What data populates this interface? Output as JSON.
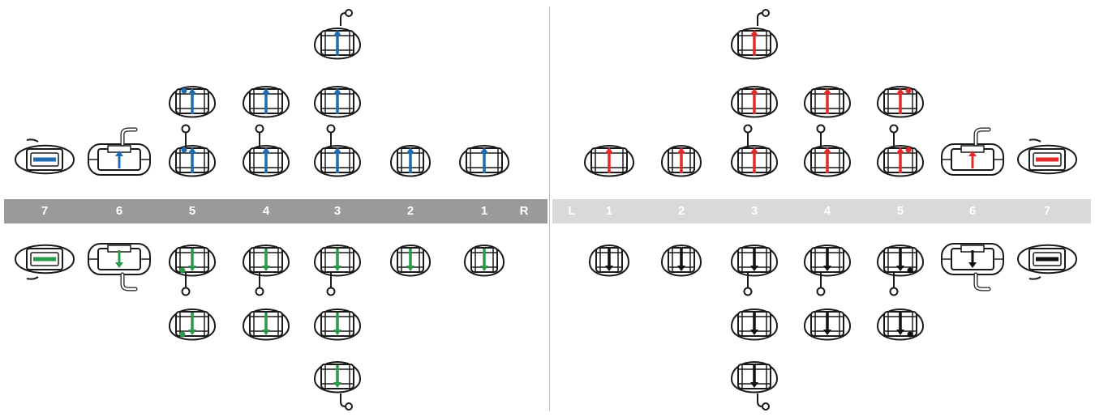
{
  "right_side": {
    "side_label": "R",
    "tooth_numbers": [
      "7",
      "6",
      "5",
      "4",
      "3",
      "2",
      "1"
    ],
    "upper_arrow_color": "#1f6bb0",
    "lower_arrow_color": "#2a9a4a"
  },
  "left_side": {
    "side_label": "L",
    "tooth_numbers": [
      "1",
      "2",
      "3",
      "4",
      "5",
      "6",
      "7"
    ],
    "upper_arrow_color": "#e52a2a",
    "lower_arrow_color": "#111111"
  },
  "colors": {
    "right_band": "#9a9a9a",
    "left_band": "#d9d9d9",
    "divider": "#c4c4c4",
    "bracket_outline": "#1a1a1a"
  },
  "bracket_icons": [
    {
      "side": "right",
      "arch": "upper",
      "tooth": "7",
      "kind": "tube",
      "stack": 1
    },
    {
      "side": "right",
      "arch": "upper",
      "tooth": "6",
      "kind": "molar-hook",
      "stack": 1
    },
    {
      "side": "right",
      "arch": "upper",
      "tooth": "5",
      "kind": "hook-dot",
      "stack": 2
    },
    {
      "side": "right",
      "arch": "upper",
      "tooth": "4",
      "kind": "hook",
      "stack": 2
    },
    {
      "side": "right",
      "arch": "upper",
      "tooth": "3",
      "kind": "hook",
      "stack": 3
    },
    {
      "side": "right",
      "arch": "upper",
      "tooth": "2",
      "kind": "plain",
      "stack": 1
    },
    {
      "side": "right",
      "arch": "upper",
      "tooth": "1",
      "kind": "wide",
      "stack": 1
    },
    {
      "side": "right",
      "arch": "lower",
      "tooth": "7",
      "kind": "tube",
      "stack": 1
    },
    {
      "side": "right",
      "arch": "lower",
      "tooth": "6",
      "kind": "molar-hook",
      "stack": 1
    },
    {
      "side": "right",
      "arch": "lower",
      "tooth": "5",
      "kind": "hook-dot",
      "stack": 2
    },
    {
      "side": "right",
      "arch": "lower",
      "tooth": "4",
      "kind": "hook",
      "stack": 2
    },
    {
      "side": "right",
      "arch": "lower",
      "tooth": "3",
      "kind": "hook",
      "stack": 3
    },
    {
      "side": "right",
      "arch": "lower",
      "tooth": "2",
      "kind": "plain",
      "stack": 1
    },
    {
      "side": "right",
      "arch": "lower",
      "tooth": "1",
      "kind": "plain",
      "stack": 1
    },
    {
      "side": "left",
      "arch": "upper",
      "tooth": "1",
      "kind": "wide",
      "stack": 1
    },
    {
      "side": "left",
      "arch": "upper",
      "tooth": "2",
      "kind": "plain",
      "stack": 1
    },
    {
      "side": "left",
      "arch": "upper",
      "tooth": "3",
      "kind": "hook",
      "stack": 3
    },
    {
      "side": "left",
      "arch": "upper",
      "tooth": "4",
      "kind": "hook",
      "stack": 2
    },
    {
      "side": "left",
      "arch": "upper",
      "tooth": "5",
      "kind": "hook-dot",
      "stack": 2
    },
    {
      "side": "left",
      "arch": "upper",
      "tooth": "6",
      "kind": "molar-hook",
      "stack": 1
    },
    {
      "side": "left",
      "arch": "upper",
      "tooth": "7",
      "kind": "tube",
      "stack": 1
    },
    {
      "side": "left",
      "arch": "lower",
      "tooth": "1",
      "kind": "plain",
      "stack": 1
    },
    {
      "side": "left",
      "arch": "lower",
      "tooth": "2",
      "kind": "plain",
      "stack": 1
    },
    {
      "side": "left",
      "arch": "lower",
      "tooth": "3",
      "kind": "hook",
      "stack": 3
    },
    {
      "side": "left",
      "arch": "lower",
      "tooth": "4",
      "kind": "hook",
      "stack": 2
    },
    {
      "side": "left",
      "arch": "lower",
      "tooth": "5",
      "kind": "hook-dot",
      "stack": 2
    },
    {
      "side": "left",
      "arch": "lower",
      "tooth": "6",
      "kind": "molar-hook",
      "stack": 1
    },
    {
      "side": "left",
      "arch": "lower",
      "tooth": "7",
      "kind": "tube",
      "stack": 1
    }
  ]
}
